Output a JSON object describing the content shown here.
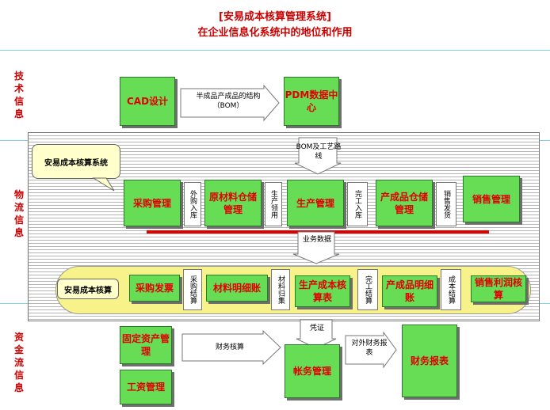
{
  "title": {
    "line1": "[安易成本核算管理系统]",
    "line2": "在企业信息化系统中的地位和作用"
  },
  "sections": {
    "tech": "技术信息",
    "logistics": "物流信息",
    "capital": "资金流信息"
  },
  "tech": {
    "cad": "CAD设计",
    "bom_label": "半成品产成品的结构（BOM）",
    "pdm": "PDM数据中心"
  },
  "callouts": {
    "system_top": "安易成本核算系统",
    "system_bottom": "安易成本核算"
  },
  "logistics": {
    "bom_route": "BOM及工艺路线",
    "purchase_mgmt": "采购管理",
    "inbound": "外购入库",
    "raw_storage": "原材料仓储管理",
    "issue": "生产领用",
    "production_mgmt": "生产管理",
    "finish_in": "完工入库",
    "product_storage": "产成品仓储管理",
    "ship": "销售发货",
    "sales_mgmt": "销售管理",
    "business_data": "业务数据"
  },
  "cost": {
    "purchase_invoice": "采购发票",
    "purchase_settle": "采购结算",
    "material_ledger": "材料明细账",
    "material_collect": "材料归集",
    "production_cost": "生产成本核算表",
    "finish_settle": "完工结算",
    "product_ledger": "产成品明细账",
    "cost_settle": "成本结算",
    "sales_profit": "销售利润核算"
  },
  "capital": {
    "voucher": "凭证",
    "fixed_assets": "固定资产管理",
    "payroll": "工资管理",
    "finance_calc": "财务核算",
    "ledger_mgmt": "帐务管理",
    "external_report": "对外财务报表",
    "financial_report": "财务报表"
  }
}
